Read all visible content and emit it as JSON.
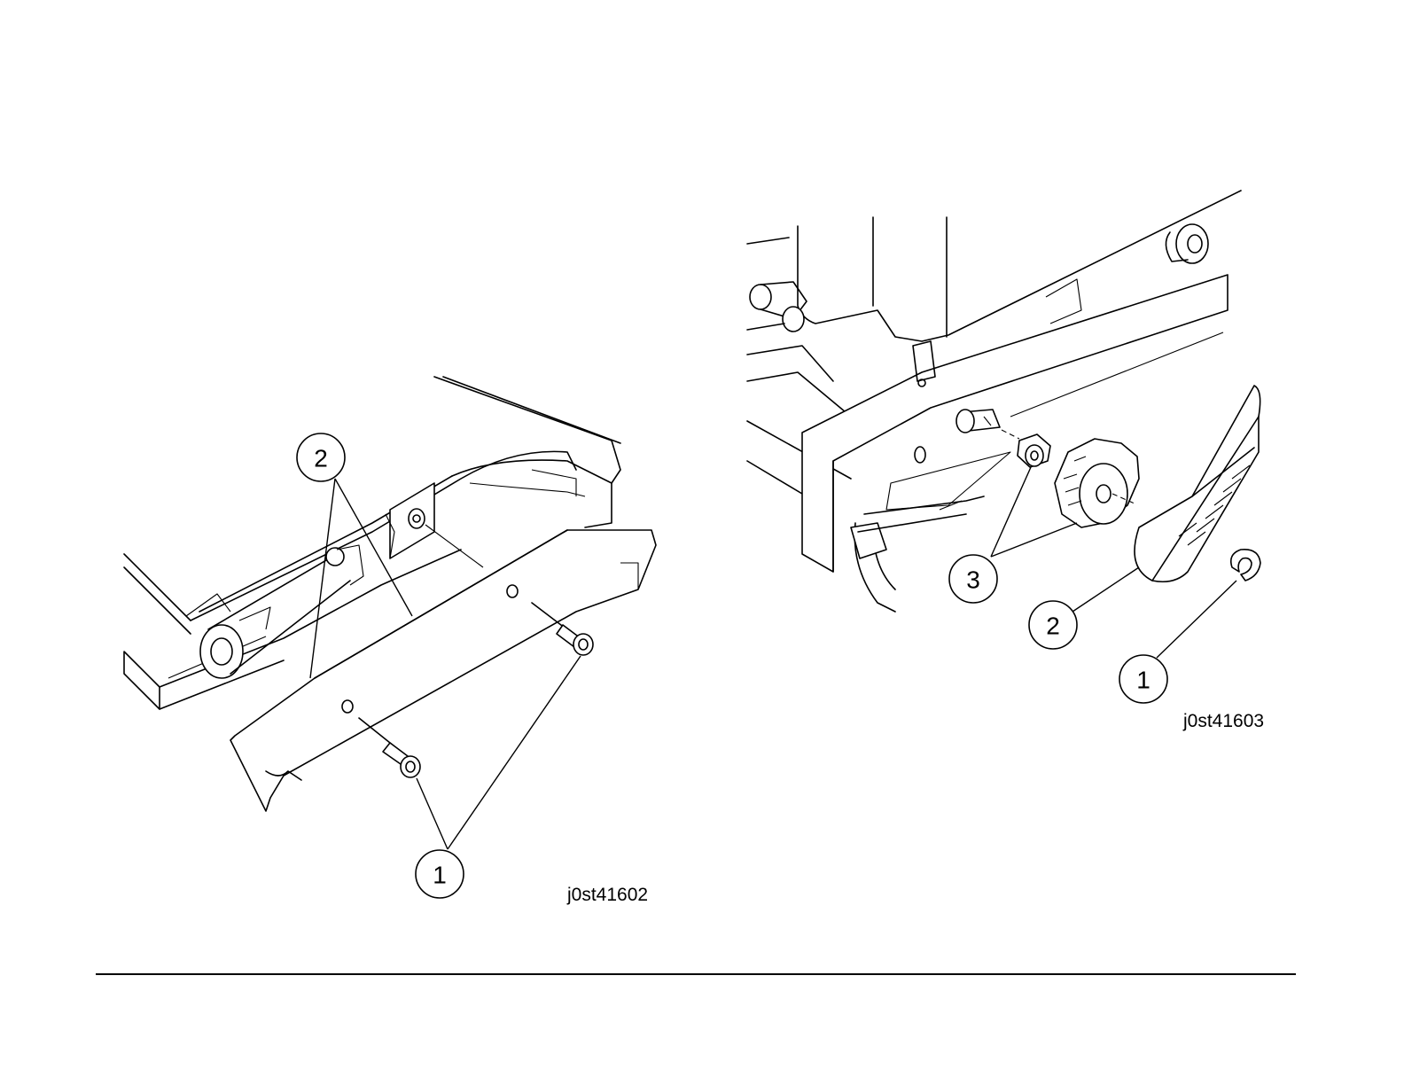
{
  "figures": [
    {
      "id": "j0st41602",
      "callouts": [
        "1",
        "2"
      ]
    },
    {
      "id": "j0st41603",
      "callouts": [
        "1",
        "2",
        "3"
      ]
    }
  ]
}
